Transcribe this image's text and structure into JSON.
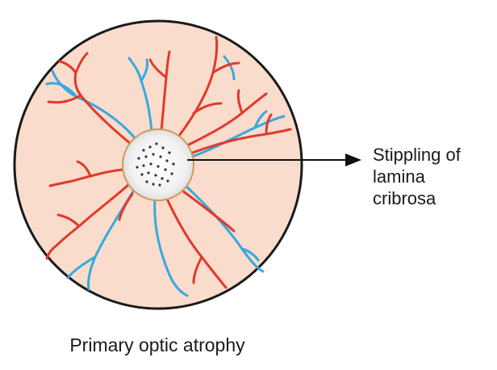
{
  "label": {
    "line1": "Stippling of",
    "line2": "lamina",
    "line3": "cribrosa"
  },
  "caption": "Primary optic atrophy",
  "colors": {
    "fundus": "#f9dccb",
    "fundus_border": "#1a1a1a",
    "disc": "#eeeeee",
    "disc_border": "#d19a5c",
    "artery": "#e0392b",
    "vein": "#36a9e1",
    "stipple": "#333333",
    "pointer": "#111111"
  }
}
